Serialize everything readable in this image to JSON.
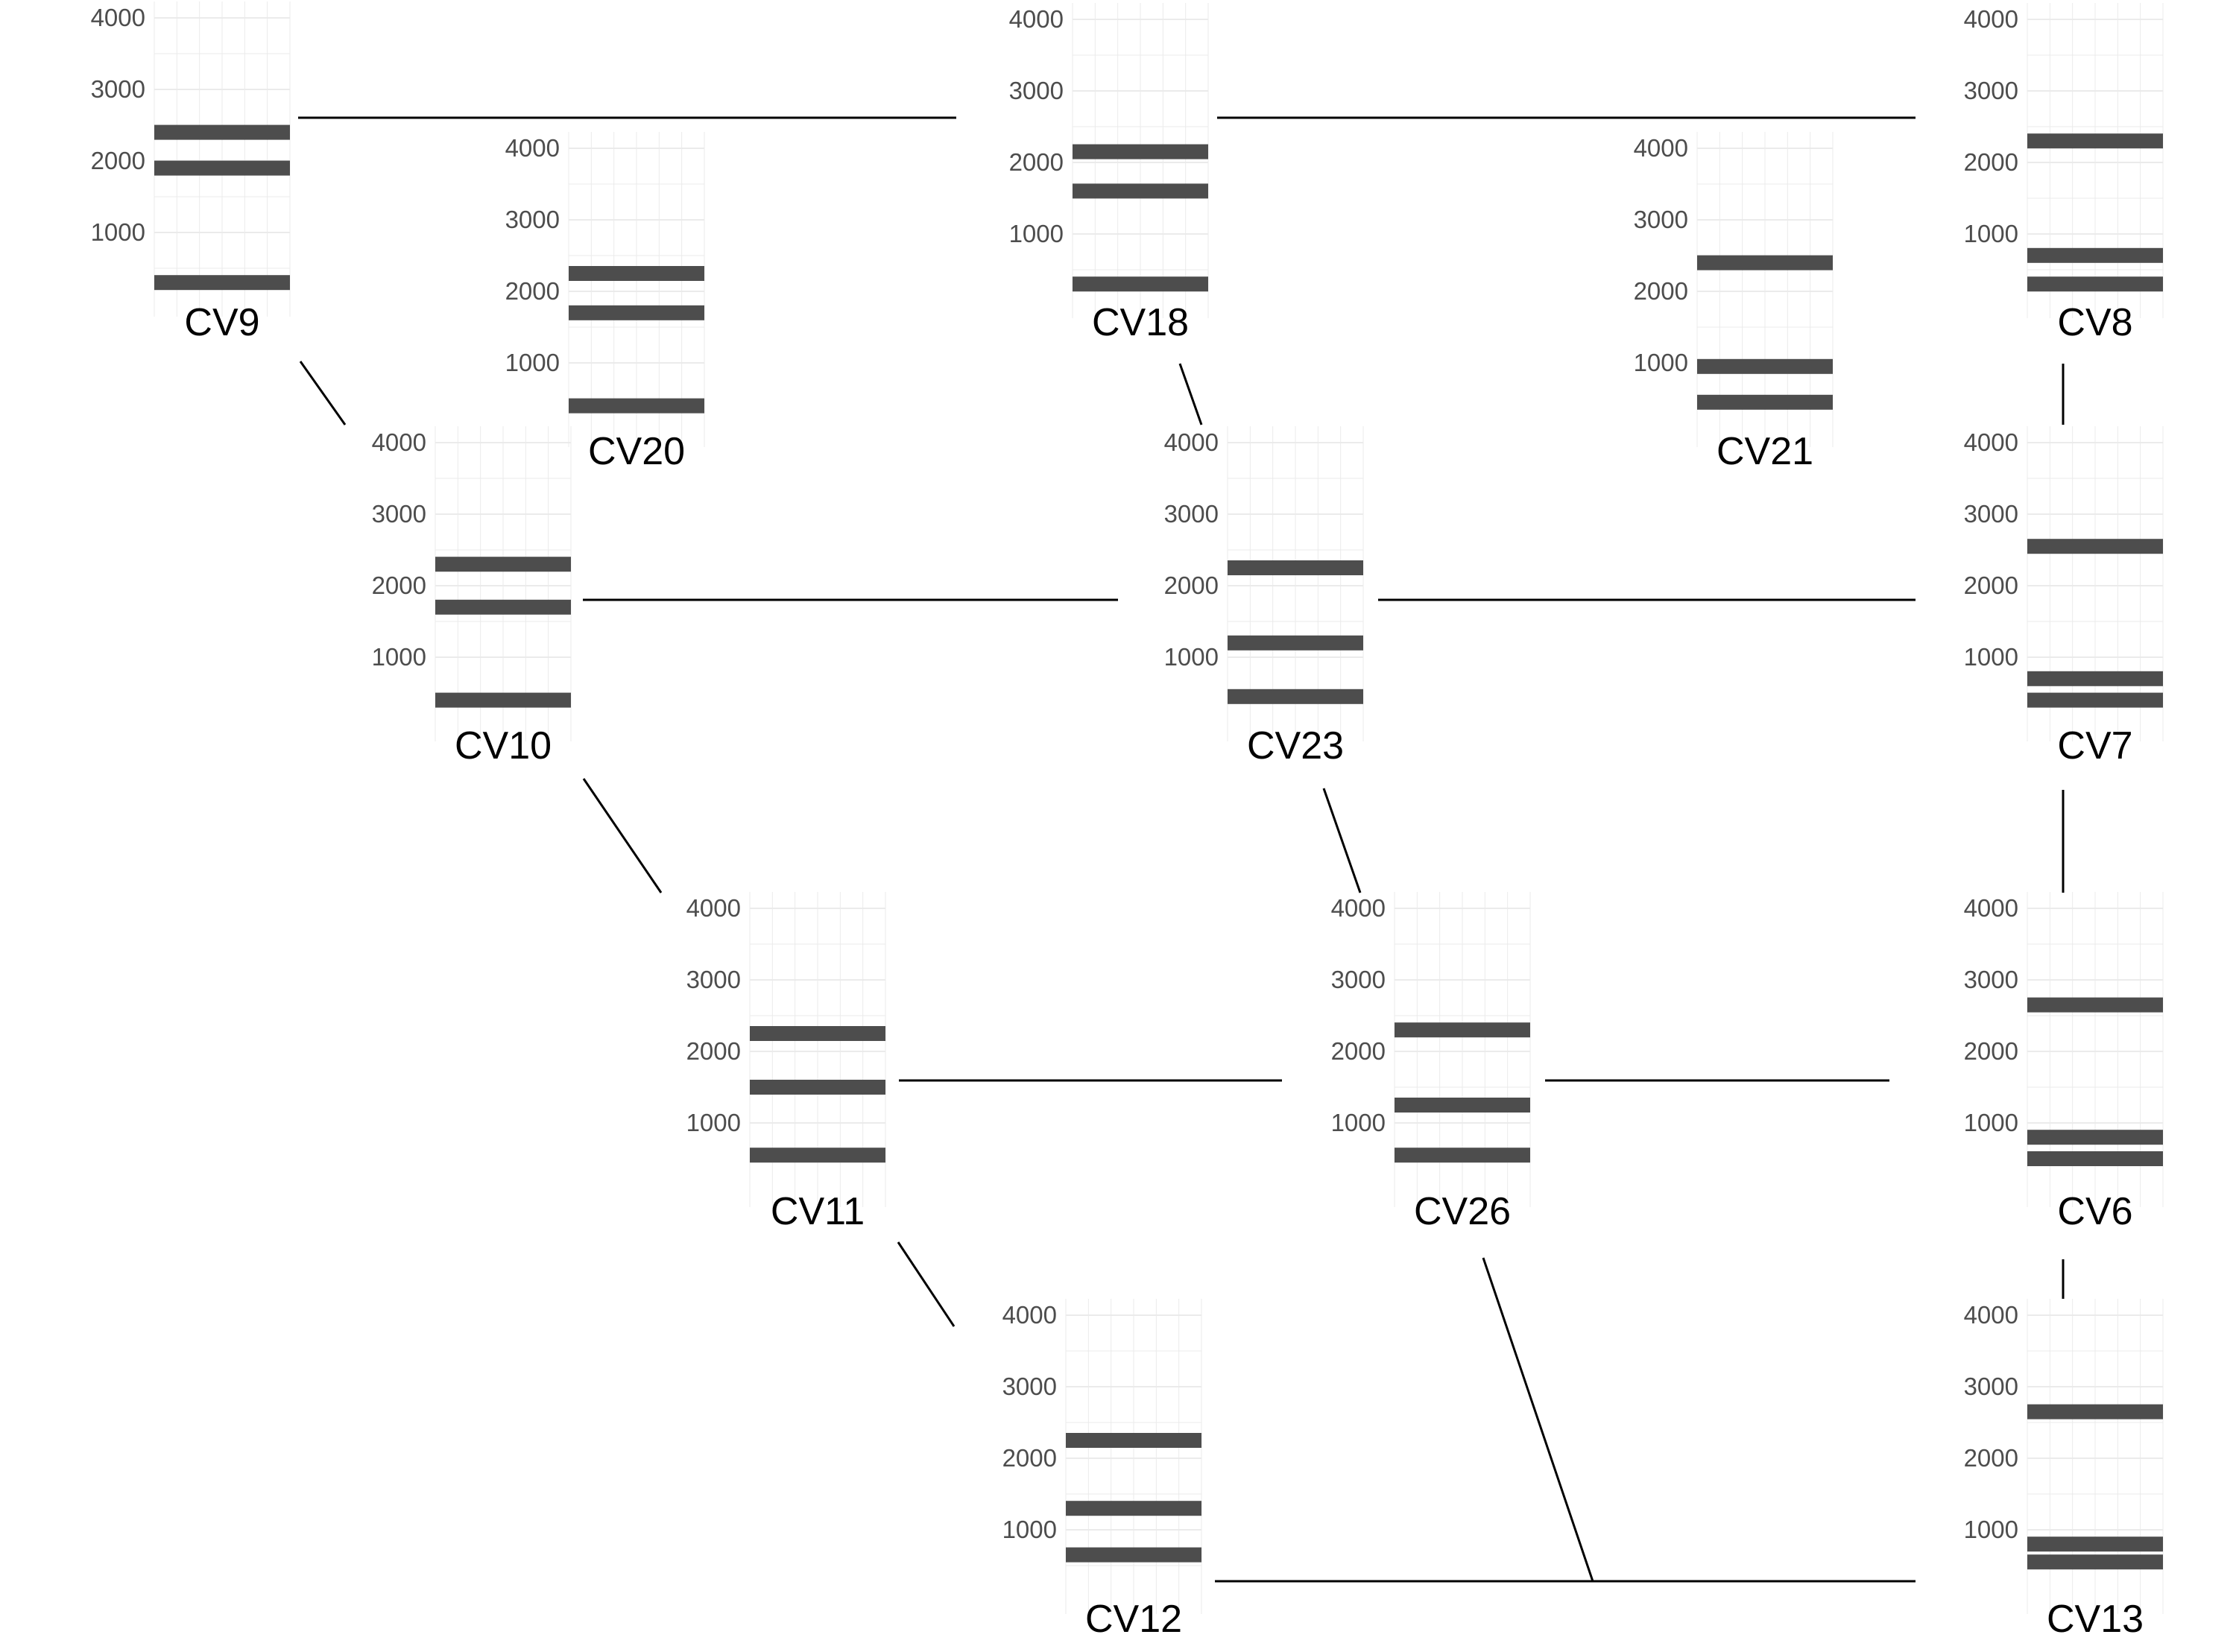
{
  "chart_data": {
    "type": "bar",
    "y_ticks": [
      1000,
      2000,
      3000,
      4000
    ],
    "colors": {
      "band": "#4d4d4d",
      "grid": "#ebebeb",
      "connector": "#000000",
      "text": "#4d4d4d"
    },
    "grid": true,
    "panels": [
      {
        "id": "CV9",
        "label": "CV9",
        "bands": [
          2400,
          1900,
          300
        ]
      },
      {
        "id": "CV20",
        "label": "CV20",
        "bands": [
          2250,
          1700,
          400
        ]
      },
      {
        "id": "CV18",
        "label": "CV18",
        "bands": [
          2150,
          1600,
          300
        ]
      },
      {
        "id": "CV21",
        "label": "CV21",
        "bands": [
          2400,
          950,
          450
        ]
      },
      {
        "id": "CV8",
        "label": "CV8",
        "bands": [
          2300,
          700,
          300
        ]
      },
      {
        "id": "CV10",
        "label": "CV10",
        "bands": [
          2300,
          1700,
          400
        ]
      },
      {
        "id": "CV23",
        "label": "CV23",
        "bands": [
          2250,
          1200,
          450
        ]
      },
      {
        "id": "CV7",
        "label": "CV7",
        "bands": [
          2550,
          700,
          400
        ]
      },
      {
        "id": "CV11",
        "label": "CV11",
        "bands": [
          2250,
          1500,
          550
        ]
      },
      {
        "id": "CV26",
        "label": "CV26",
        "bands": [
          2300,
          1250,
          550
        ]
      },
      {
        "id": "CV6",
        "label": "CV6",
        "bands": [
          2650,
          800,
          500
        ]
      },
      {
        "id": "CV12",
        "label": "CV12",
        "bands": [
          2250,
          1300,
          650
        ]
      },
      {
        "id": "CV13",
        "label": "CV13",
        "bands": [
          2650,
          800,
          550
        ]
      }
    ]
  }
}
